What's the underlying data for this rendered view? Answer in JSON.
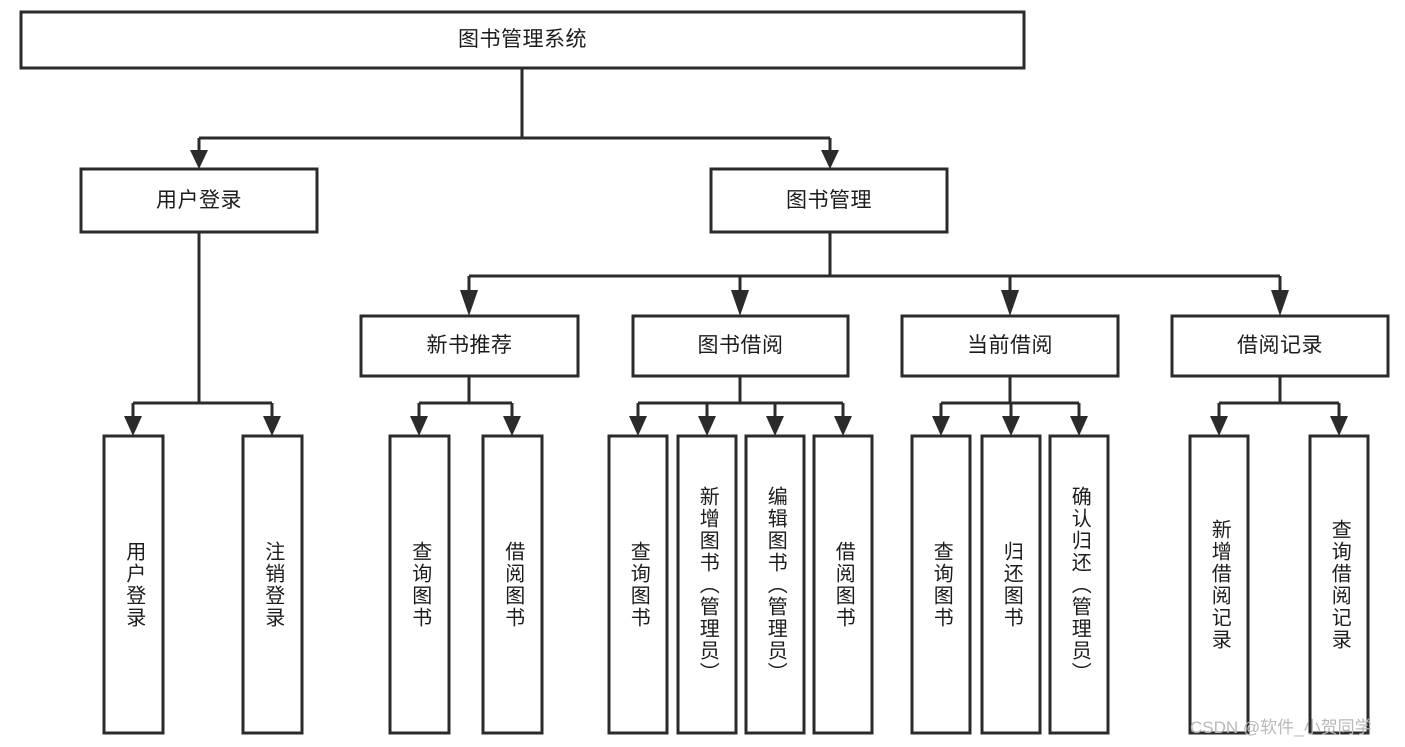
{
  "diagram": {
    "type": "tree-hierarchy-chart",
    "title": "图书管理系统",
    "orientation": "top-down",
    "colors": {
      "box_fill": "#ffffff",
      "box_stroke": "#2b2b2b",
      "text": "#1c1c1c",
      "background": "#ffffff",
      "watermark": "#b9b9b9"
    },
    "levels": {
      "level0": [
        "图书管理系统"
      ],
      "level1": [
        "用户登录",
        "图书管理"
      ],
      "level2": [
        "新书推荐",
        "图书借阅",
        "当前借阅",
        "借阅记录"
      ],
      "level3": [
        "用户登录",
        "注销登录",
        "查询图书",
        "借阅图书",
        "查询图书",
        "新增图书（管理员）",
        "编辑图书（管理员）",
        "借阅图书",
        "查询图书",
        "归还图书",
        "确认归还（管理员）",
        "新增借阅记录",
        "查询借阅记录"
      ]
    },
    "nodes": {
      "root": {
        "label": "图书管理系统"
      },
      "user_login": {
        "label": "用户登录"
      },
      "book_mgmt": {
        "label": "图书管理"
      },
      "new_book_rec": {
        "label": "新书推荐"
      },
      "book_borrow": {
        "label": "图书借阅"
      },
      "current_borrow": {
        "label": "当前借阅"
      },
      "borrow_record": {
        "label": "借阅记录"
      },
      "leaf_user_login": {
        "label": "用户登录"
      },
      "leaf_logout": {
        "label": "注销登录"
      },
      "leaf_query_book_1": {
        "label": "查询图书"
      },
      "leaf_borrow_book_1": {
        "label": "借阅图书"
      },
      "leaf_query_book_2": {
        "label": "查询图书"
      },
      "leaf_add_book": {
        "label": "新增图书（管理员）"
      },
      "leaf_edit_book": {
        "label": "编辑图书（管理员）"
      },
      "leaf_borrow_book_2": {
        "label": "借阅图书"
      },
      "leaf_query_book_3": {
        "label": "查询图书"
      },
      "leaf_return_book": {
        "label": "归还图书"
      },
      "leaf_confirm_return": {
        "label": "确认归还（管理员）"
      },
      "leaf_add_record": {
        "label": "新增借阅记录"
      },
      "leaf_query_record": {
        "label": "查询借阅记录"
      }
    },
    "edges": [
      {
        "from": "root",
        "to": "user_login"
      },
      {
        "from": "root",
        "to": "book_mgmt"
      },
      {
        "from": "user_login",
        "to": "leaf_user_login"
      },
      {
        "from": "user_login",
        "to": "leaf_logout"
      },
      {
        "from": "book_mgmt",
        "to": "new_book_rec"
      },
      {
        "from": "book_mgmt",
        "to": "book_borrow"
      },
      {
        "from": "book_mgmt",
        "to": "current_borrow"
      },
      {
        "from": "book_mgmt",
        "to": "borrow_record"
      },
      {
        "from": "new_book_rec",
        "to": "leaf_query_book_1"
      },
      {
        "from": "new_book_rec",
        "to": "leaf_borrow_book_1"
      },
      {
        "from": "book_borrow",
        "to": "leaf_query_book_2"
      },
      {
        "from": "book_borrow",
        "to": "leaf_add_book"
      },
      {
        "from": "book_borrow",
        "to": "leaf_edit_book"
      },
      {
        "from": "book_borrow",
        "to": "leaf_borrow_book_2"
      },
      {
        "from": "current_borrow",
        "to": "leaf_query_book_3"
      },
      {
        "from": "current_borrow",
        "to": "leaf_return_book"
      },
      {
        "from": "current_borrow",
        "to": "leaf_confirm_return"
      },
      {
        "from": "borrow_record",
        "to": "leaf_add_record"
      },
      {
        "from": "borrow_record",
        "to": "leaf_query_record"
      }
    ]
  },
  "watermark": {
    "text": "CSDN @软件_小贺同学"
  }
}
